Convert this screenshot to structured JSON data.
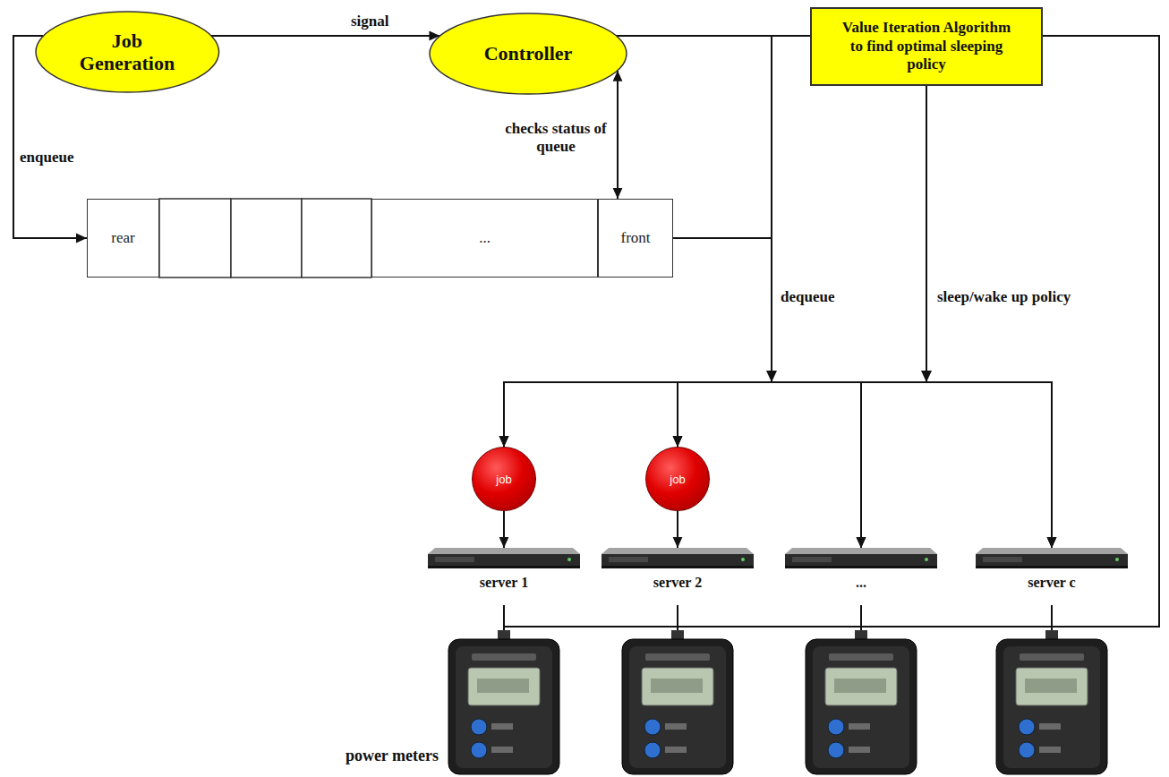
{
  "diagram": {
    "nodes": [
      {
        "text": [
          "Job Generation"
        ]
      },
      {
        "text": [
          "Controller"
        ]
      },
      {
        "text": [
          "Value Iteration Algorithm to find optimal sleeping policy"
        ]
      },
      {
        "text": [
          "rear"
        ]
      },
      {
        "text": [
          "..."
        ]
      },
      {
        "text": [
          "front"
        ]
      },
      {
        "text": [
          "job"
        ]
      },
      {
        "text": [
          "job"
        ]
      },
      {
        "text": [
          "server 1"
        ]
      },
      {
        "text": [
          "server 2"
        ]
      },
      {
        "text": [
          "..."
        ]
      },
      {
        "text": [
          "server c"
        ]
      }
    ],
    "edges": [
      {
        "from": 0,
        "to": 1,
        "label": "signal",
        "arrow": "to"
      },
      {
        "from": 0,
        "to": 3,
        "label": "enqueue",
        "arrow": "to"
      },
      {
        "from": 1,
        "to": 5,
        "label": "checks status of queue",
        "arrow": "both"
      },
      {
        "from": 1,
        "to": 2,
        "arrow": "none"
      },
      {
        "from": 5,
        "to": 6,
        "label": "dequeue",
        "arrow": "to"
      },
      {
        "from": 5,
        "to": 7,
        "arrow": "to"
      },
      {
        "from": 5,
        "to": 10,
        "arrow": "to"
      },
      {
        "from": 5,
        "to": 11,
        "arrow": "to"
      },
      {
        "from": 1,
        "to": 6,
        "arrow": "to"
      },
      {
        "from": 1,
        "to": 7,
        "arrow": "to"
      },
      {
        "from": 1,
        "to": 10,
        "arrow": "to"
      },
      {
        "from": 1,
        "to": 11,
        "arrow": "to"
      },
      {
        "from": 2,
        "to": 6,
        "label": "sleep/wake up policy",
        "arrow": "to"
      },
      {
        "from": 2,
        "to": 7,
        "arrow": "to"
      },
      {
        "from": 2,
        "to": 10,
        "arrow": "to"
      },
      {
        "from": 2,
        "to": 11,
        "arrow": "to"
      },
      {
        "from": 6,
        "to": 8,
        "arrow": "to"
      },
      {
        "from": 7,
        "to": 9,
        "arrow": "to"
      }
    ],
    "labels": [
      "power meters"
    ]
  }
}
